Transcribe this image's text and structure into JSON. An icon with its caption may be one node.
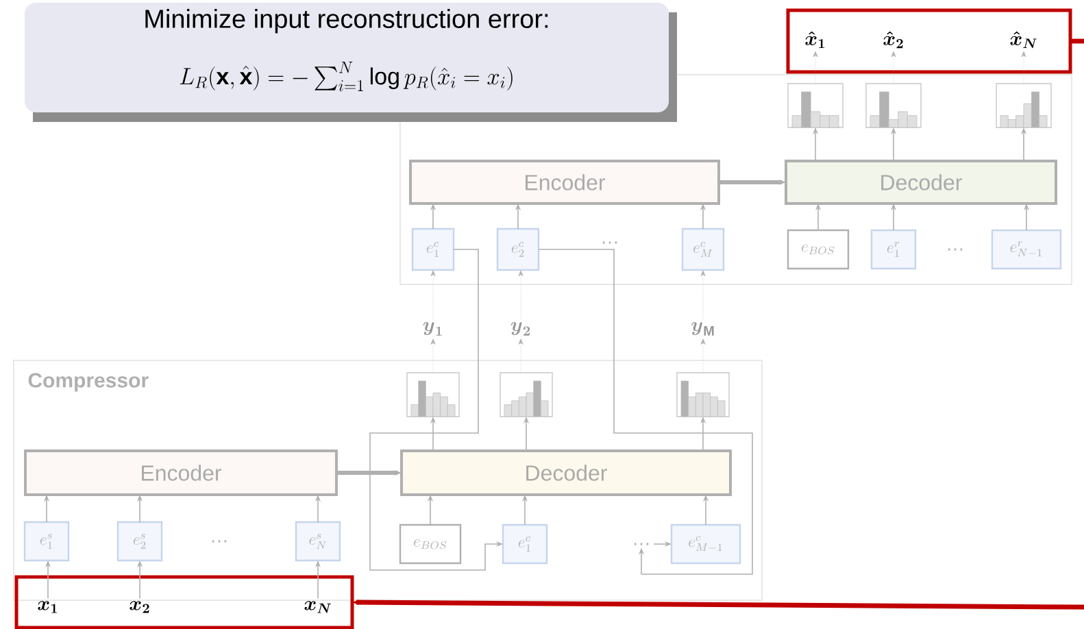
{
  "diagram": {
    "nodes": [
      {
        "text": [
          "Minimize input reconstruction error:",
          "L_R(\\mathbf{x}, \\hat{\\mathbf{x}}) = -\\sum_{i=1}^{N} \\log p_R(\\hat{x}_i = x_i)"
        ]
      },
      {
        "text": [],
        "shape": "box"
      },
      {
        "text": [
          "Encoder"
        ],
        "in": 1
      },
      {
        "text": [
          "Decoder"
        ],
        "in": 1
      },
      {
        "text": [
          "e^{c}_{1}"
        ],
        "in": 1
      },
      {
        "text": [
          "e^{c}_{2}"
        ],
        "in": 1
      },
      {
        "text": [
          "e^{c}_{M}"
        ],
        "in": 1
      },
      {
        "text": [
          "e_{BOS}"
        ],
        "in": 1
      },
      {
        "text": [
          "e^{r}_{1}"
        ],
        "in": 1
      },
      {
        "text": [
          "e^{r}_{N-1}"
        ],
        "in": 1
      },
      {
        "text": [],
        "shape": "picture",
        "in": 1
      },
      {
        "text": [],
        "shape": "picture",
        "in": 1
      },
      {
        "text": [],
        "shape": "picture",
        "in": 1
      },
      {
        "text": [],
        "shape": "box"
      },
      {
        "text": [
          "\\boldsymbol{\\hat{x}}_{\\boldsymbol{1}}"
        ],
        "in": 13
      },
      {
        "text": [
          "\\boldsymbol{\\hat{x}}_{\\boldsymbol{2}}"
        ],
        "in": 13
      },
      {
        "text": [
          "\\boldsymbol{\\hat{x}}_{\\boldsymbol{N}}"
        ],
        "in": 13
      },
      {
        "text": [
          "\\boldsymbol{y}_{\\boldsymbol{1}}"
        ]
      },
      {
        "text": [
          "\\boldsymbol{y}_{\\boldsymbol{2}}"
        ]
      },
      {
        "text": [
          "\\boldsymbol{y}_{\\mathbf{M}}"
        ]
      },
      {
        "text": [
          "Compressor"
        ]
      },
      {
        "text": [
          "Encoder"
        ],
        "in": 20
      },
      {
        "text": [
          "Decoder"
        ],
        "in": 20
      },
      {
        "text": [],
        "shape": "picture",
        "in": 20
      },
      {
        "text": [],
        "shape": "picture",
        "in": 20
      },
      {
        "text": [],
        "shape": "picture",
        "in": 20
      },
      {
        "text": [
          "e^{s}_{1}"
        ],
        "in": 20
      },
      {
        "text": [
          "e^{s}_{2}"
        ],
        "in": 20
      },
      {
        "text": [
          "e^{s}_{N}"
        ],
        "in": 20
      },
      {
        "text": [
          "e_{BOS}"
        ],
        "in": 20
      },
      {
        "text": [
          "e^{c}_{1}"
        ],
        "in": 20
      },
      {
        "text": [
          "…"
        ],
        "in": 20
      },
      {
        "text": [
          "e^{c}_{M-1}"
        ],
        "in": 20
      },
      {
        "text": [],
        "shape": "box"
      },
      {
        "text": [
          "\\boldsymbol{x}_{\\boldsymbol{1}}"
        ],
        "in": 33
      },
      {
        "text": [
          "\\boldsymbol{x}_{\\boldsymbol{2}}"
        ],
        "in": 33
      },
      {
        "text": [
          "\\boldsymbol{x}_{\\boldsymbol{N}}"
        ],
        "in": 33
      }
    ],
    "edges": [
      {
        "from": 4,
        "to": 2,
        "arrow": "to"
      },
      {
        "from": 5,
        "to": 2,
        "arrow": "to"
      },
      {
        "from": 6,
        "to": 2,
        "arrow": "to"
      },
      {
        "from": 2,
        "to": 3,
        "arrow": "to",
        "style": "thick"
      },
      {
        "from": 7,
        "to": 3,
        "arrow": "to"
      },
      {
        "from": 8,
        "to": 3,
        "arrow": "to"
      },
      {
        "from": 9,
        "to": 3,
        "arrow": "to"
      },
      {
        "from": 3,
        "to": 10,
        "arrow": "to"
      },
      {
        "from": 3,
        "to": 11,
        "arrow": "to"
      },
      {
        "from": 3,
        "to": 12,
        "arrow": "to"
      },
      {
        "from": 10,
        "to": 14,
        "arrow": "to",
        "style": "dashed"
      },
      {
        "from": 11,
        "to": 15,
        "arrow": "to",
        "style": "dashed"
      },
      {
        "from": 12,
        "to": 16,
        "arrow": "to",
        "style": "dashed"
      },
      {
        "from": 17,
        "to": 4,
        "arrow": "to",
        "style": "dashed"
      },
      {
        "from": 18,
        "to": 5,
        "arrow": "to",
        "style": "dashed"
      },
      {
        "from": 19,
        "to": 6,
        "arrow": "to",
        "style": "dashed"
      },
      {
        "from": 23,
        "to": 17,
        "arrow": "to",
        "style": "dashed"
      },
      {
        "from": 24,
        "to": 18,
        "arrow": "to",
        "style": "dashed"
      },
      {
        "from": 25,
        "to": 19,
        "arrow": "to",
        "style": "dashed"
      },
      {
        "from": 22,
        "to": 23,
        "arrow": "to"
      },
      {
        "from": 22,
        "to": 24,
        "arrow": "to"
      },
      {
        "from": 22,
        "to": 25,
        "arrow": "to"
      },
      {
        "from": 21,
        "to": 22,
        "arrow": "to",
        "style": "thick"
      },
      {
        "from": 26,
        "to": 21,
        "arrow": "to"
      },
      {
        "from": 27,
        "to": 21,
        "arrow": "to"
      },
      {
        "from": 28,
        "to": 21,
        "arrow": "to"
      },
      {
        "from": 29,
        "to": 22,
        "arrow": "to"
      },
      {
        "from": 30,
        "to": 22,
        "arrow": "to"
      },
      {
        "from": 32,
        "to": 22,
        "arrow": "to"
      },
      {
        "from": 4,
        "to": 30,
        "arrow": "to"
      },
      {
        "from": 5,
        "to": 31,
        "arrow": "to"
      },
      {
        "from": 31,
        "to": 32,
        "arrow": "to"
      },
      {
        "from": 34,
        "to": 26,
        "arrow": "to"
      },
      {
        "from": 35,
        "to": 27,
        "arrow": "to"
      },
      {
        "from": 36,
        "to": 28,
        "arrow": "to"
      },
      {
        "from": 13,
        "to": null,
        "arrow": "none",
        "style": "thick",
        "color": "#c00000"
      },
      {
        "from": null,
        "to": 33,
        "arrow": "to",
        "style": "thick",
        "color": "#c00000"
      }
    ],
    "labels": [
      "…",
      "…",
      "…"
    ]
  }
}
